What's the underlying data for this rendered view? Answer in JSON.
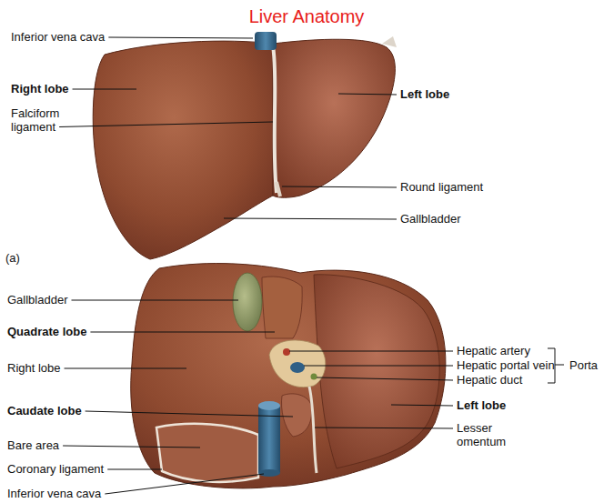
{
  "diagram": {
    "title": "Liver Anatomy",
    "labels": [
      "Inferior vena cava",
      "Right lobe",
      "Falciform ligament",
      "Left lobe",
      "Round ligament",
      "Gallbladder",
      "(a)",
      "Gallbladder",
      "Quadrate lobe",
      "Right lobe",
      "Caudate lobe",
      "Bare area",
      "Coronary ligament",
      "Inferior vena cava",
      "Hepatic artery",
      "Hepatic portal vein",
      "Hepatic duct",
      "Porta",
      "Left lobe",
      "Lesser omentum"
    ]
  }
}
